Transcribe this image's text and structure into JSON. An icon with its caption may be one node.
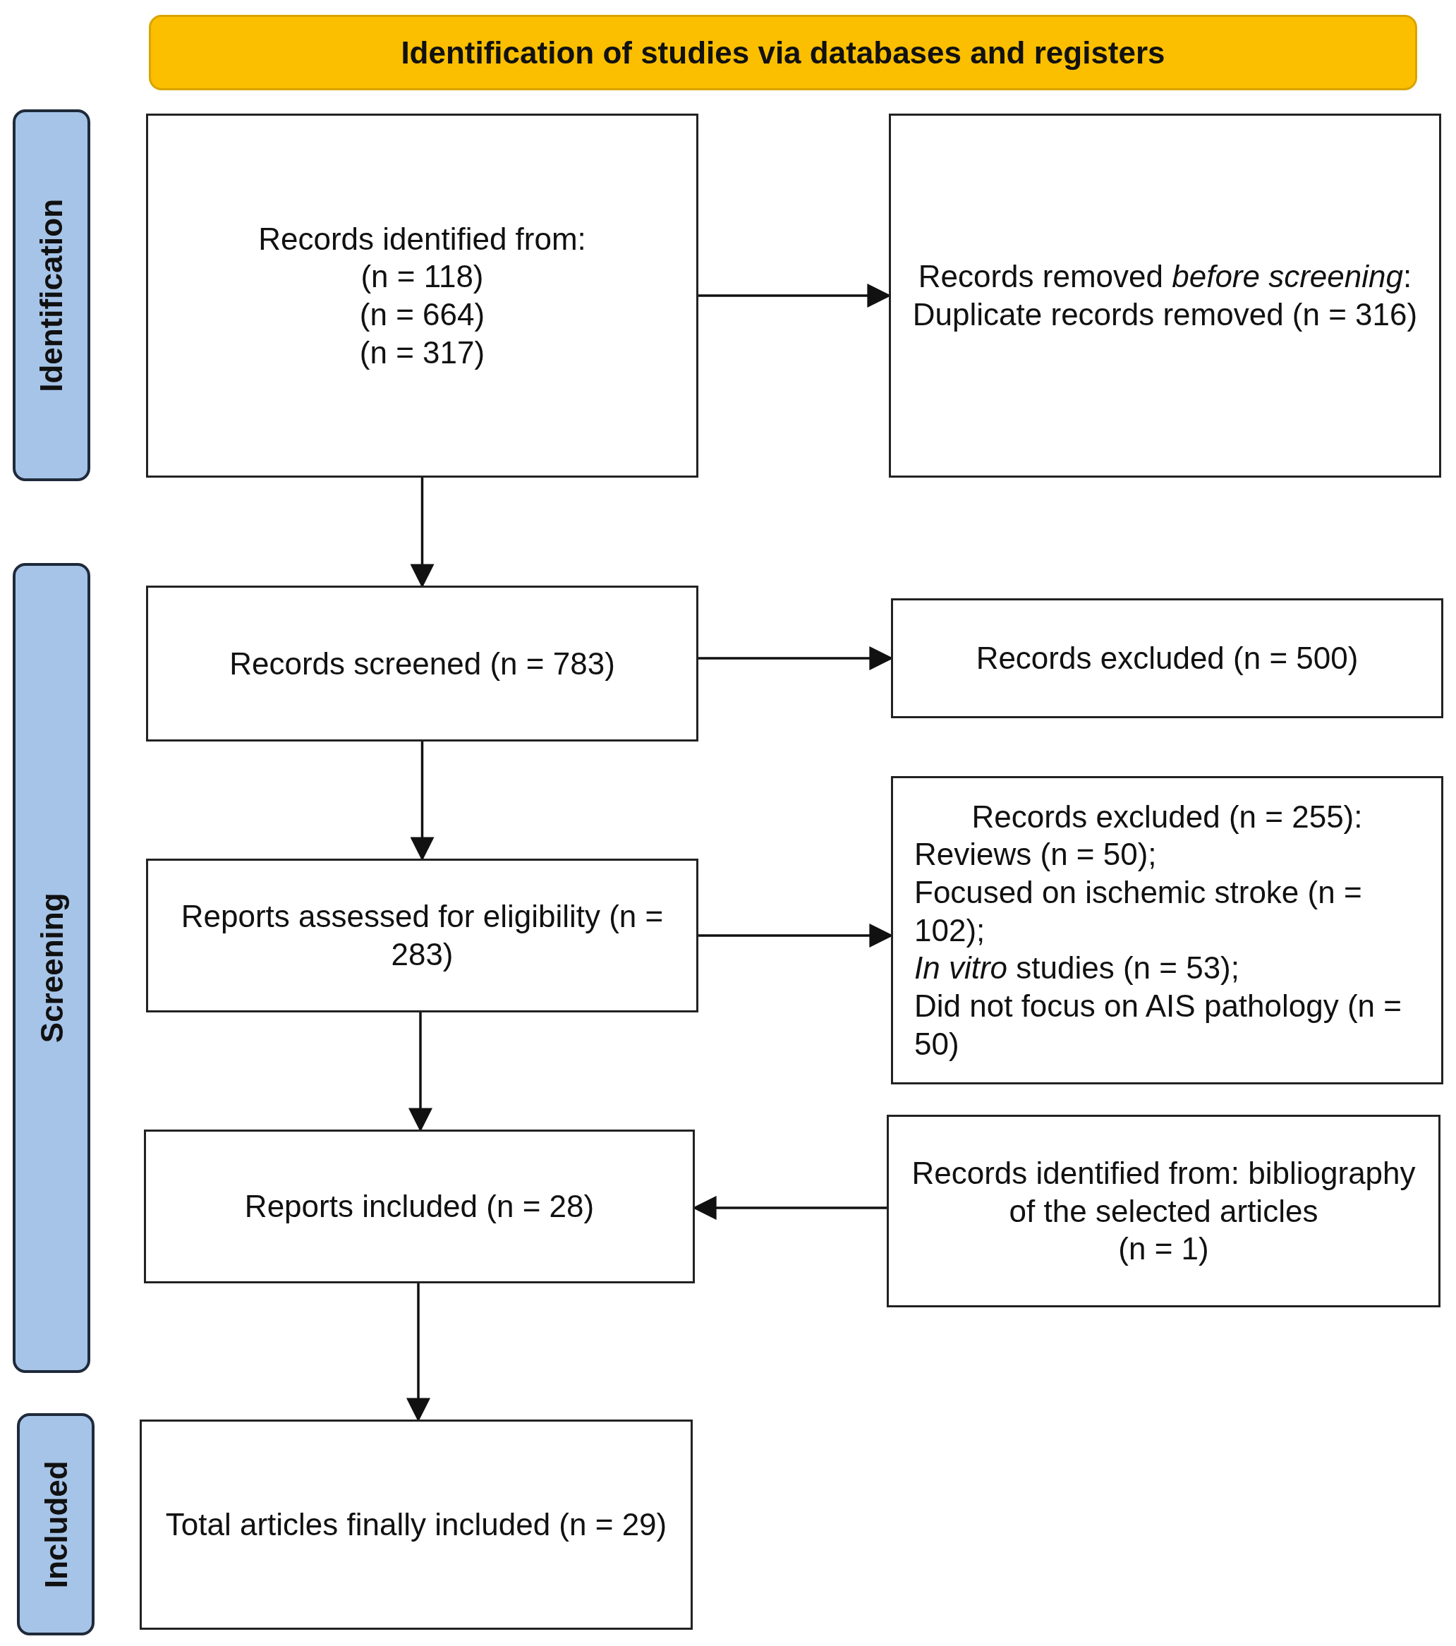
{
  "diagram": {
    "nodes": [
      {
        "text": [
          "Identification of studies via databases and registers"
        ]
      },
      {
        "text": [
          "Identification"
        ]
      },
      {
        "text": [
          "Records identified from:",
          "(n = 118)",
          "(n = 664)",
          "(n = 317)"
        ]
      },
      {
        "text": [
          "Records removed *before screening*:",
          "Duplicate records removed (n = 316)"
        ]
      },
      {
        "text": [
          "Screening"
        ]
      },
      {
        "text": [
          "Records screened (n = 783)"
        ]
      },
      {
        "text": [
          "Records excluded (n = 500)"
        ]
      },
      {
        "text": [
          "Reports assessed for eligibility (n = 283)"
        ]
      },
      {
        "text": [
          "Records excluded (n = 255):",
          "Reviews (n = 50);",
          "Focused on ischemic stroke (n = 102);",
          "*In vitro* studies (n = 53);",
          "Did not focus on AIS pathology (n = 50)"
        ]
      },
      {
        "text": [
          "Reports included (n = 28)"
        ]
      },
      {
        "text": [
          "Records identified from: bibliography of the selected articles",
          "(n = 1)"
        ]
      },
      {
        "text": [
          "Included"
        ]
      },
      {
        "text": [
          "Total articles finally included (n = 29)"
        ]
      }
    ],
    "edges": [
      {
        "from": 2,
        "to": 3,
        "arrow": "to"
      },
      {
        "from": 2,
        "to": 5,
        "arrow": "to"
      },
      {
        "from": 5,
        "to": 6,
        "arrow": "to"
      },
      {
        "from": 5,
        "to": 7,
        "arrow": "to"
      },
      {
        "from": 7,
        "to": 8,
        "arrow": "to"
      },
      {
        "from": 7,
        "to": 9,
        "arrow": "to"
      },
      {
        "from": 10,
        "to": 9,
        "arrow": "to"
      },
      {
        "from": 9,
        "to": 12,
        "arrow": "to"
      }
    ]
  }
}
